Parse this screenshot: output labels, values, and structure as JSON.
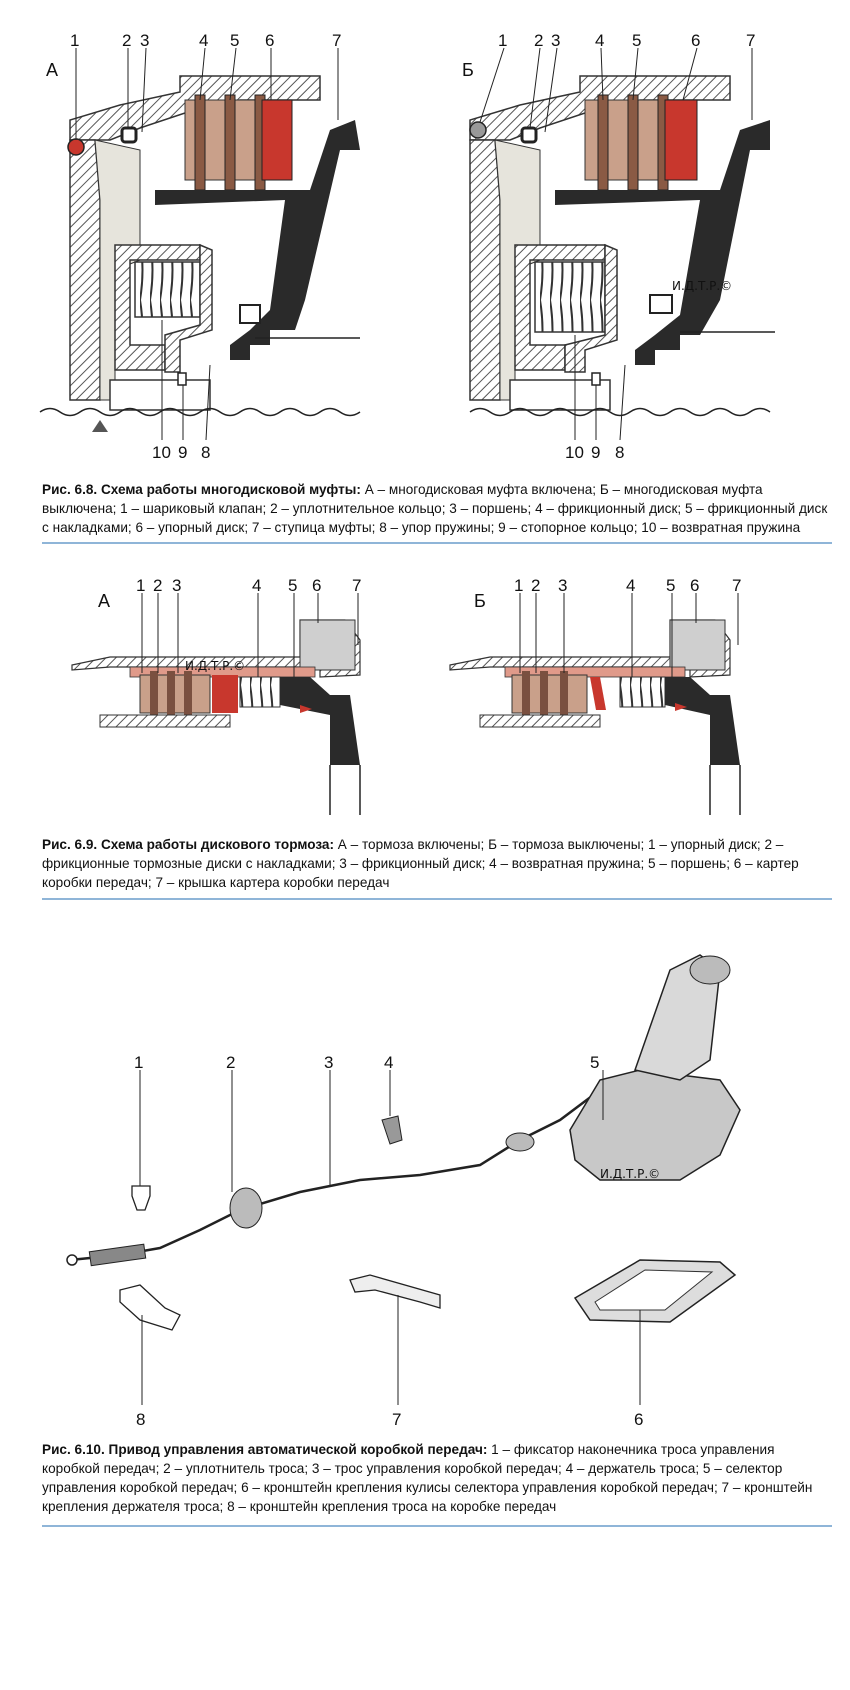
{
  "fig68": {
    "panel_a": "А",
    "panel_b": "Б",
    "labels_top": [
      "1",
      "2",
      "3",
      "4",
      "5",
      "6",
      "7"
    ],
    "labels_bottom": [
      "10",
      "9",
      "8"
    ],
    "watermark": "И.Д.Т.Р.©",
    "caption_title": "Рис. 6.8. Схема работы многодисковой муфты:",
    "caption_text": " А – многодисковая муфта включена; Б – многодисковая муфта выключена; 1 – шариковый клапан; 2 – уплотнительное кольцо; 3 – поршень; 4 – фрикционный диск; 5 – фрикционный диск с накладками; 6 – упорный диск; 7 – ступица муфты; 8 – упор пружины; 9 – стопорное кольцо; 10 – возвратная пружина"
  },
  "fig69": {
    "panel_a": "А",
    "panel_b": "Б",
    "labels": [
      "1",
      "2",
      "3",
      "4",
      "5",
      "6",
      "7"
    ],
    "watermark": "И.Д.Т.Р.©",
    "caption_title": "Рис. 6.9. Схема работы дискового тормоза:",
    "caption_text": " А – тормоза включены; Б – тормоза выключены; 1 – упорный диск; 2 – фрикционные тормозные диски с накладками; 3 – фрикционный диск; 4 – возвратная пружина; 5 – поршень; 6 – картер коробки передач; 7 – крышка картера коробки передач"
  },
  "fig610": {
    "labels": [
      "1",
      "2",
      "3",
      "4",
      "5",
      "6",
      "7",
      "8"
    ],
    "watermark": "И.Д.Т.Р.©",
    "caption_title": "Рис. 6.10. Привод управления автоматической коробкой передач:",
    "caption_text": " 1 – фиксатор наконечника троса управления коробкой передач; 2 – уплотнитель троса; 3 – трос управления коробкой передач; 4 – держатель троса; 5 – селектор управления коробкой передач; 6 – кронштейн крепления кулисы селектора управления коробкой передач; 7 – кронштейн крепления держателя троса; 8 – кронштейн крепления троса на коробке передач"
  },
  "colors": {
    "fluid": "#e6e4dc",
    "red": "#c8372d",
    "dark": "#2a2a2a",
    "hatch": "#555555",
    "rule": "#8fb5d8"
  }
}
